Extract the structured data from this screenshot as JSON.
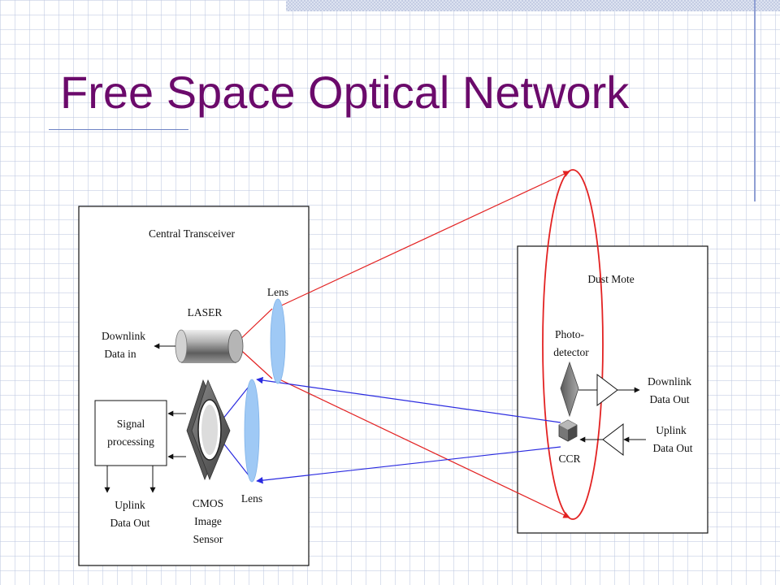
{
  "slide": {
    "title": "Free Space Optical Network"
  },
  "diagram": {
    "transceiver": {
      "title": "Central Transceiver",
      "laser": "LASER",
      "downlink_in": [
        "Downlink",
        "Data in"
      ],
      "lens_top": "Lens",
      "lens_bottom": "Lens",
      "signal_processing": [
        "Signal",
        "processing"
      ],
      "uplink_out": [
        "Uplink",
        "Data Out"
      ],
      "cmos": [
        "CMOS",
        "Image",
        "Sensor"
      ]
    },
    "mote": {
      "title": "Dust Mote",
      "photodetector": [
        "Photo-",
        "detector"
      ],
      "ccr": "CCR",
      "downlink_out": [
        "Downlink",
        "Data Out"
      ],
      "uplink_out": [
        "Uplink",
        "Data Out"
      ]
    },
    "colors": {
      "laser_beam": "#e32222",
      "uplink_beam": "#2a2ae0",
      "lens": "#9fc9f5",
      "title": "#6b0a6b"
    }
  }
}
